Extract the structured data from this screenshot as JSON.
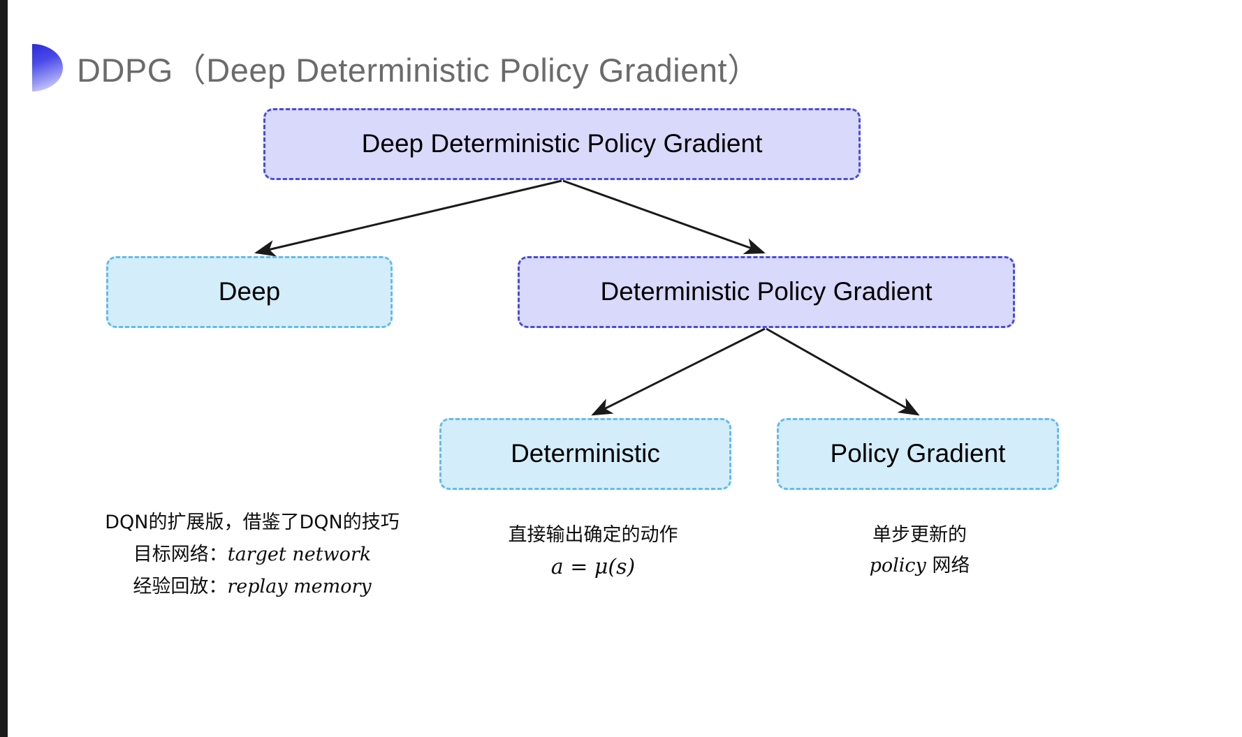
{
  "slide": {
    "title": "DDPG（Deep Deterministic Policy Gradient）",
    "bullet_icon": "gradient-semicircle-icon",
    "background_color": "#ffffff",
    "accent_color": "#4a4ade",
    "secondary_accent_color": "#62bce9"
  },
  "diagram": {
    "type": "tree",
    "nodes": [
      {
        "id": "root",
        "label": "Deep Deterministic Policy Gradient",
        "style": "purple",
        "fill": "#d9d9fb",
        "border": "#4a4ade"
      },
      {
        "id": "deep",
        "label": "Deep",
        "style": "blue",
        "fill": "#d4edfb",
        "border": "#62bce9"
      },
      {
        "id": "dpg",
        "label": "Deterministic Policy Gradient",
        "style": "purple",
        "fill": "#d9d9fb",
        "border": "#4a4ade"
      },
      {
        "id": "deterministic",
        "label": "Deterministic",
        "style": "blue",
        "fill": "#d4edfb",
        "border": "#62bce9"
      },
      {
        "id": "policy_gradient",
        "label": "Policy Gradient",
        "style": "blue",
        "fill": "#d4edfb",
        "border": "#62bce9"
      }
    ],
    "edges": [
      {
        "from": "root",
        "to": "deep"
      },
      {
        "from": "root",
        "to": "dpg"
      },
      {
        "from": "dpg",
        "to": "deterministic"
      },
      {
        "from": "dpg",
        "to": "policy_gradient"
      }
    ]
  },
  "captions": {
    "deep": {
      "line1": "DQN的扩展版，借鉴了DQN的技巧",
      "line2_label": "目标网络：",
      "line2_term": "target network",
      "line3_label": "经验回放：",
      "line3_term": "replay memory"
    },
    "deterministic": {
      "line1": "直接输出确定的动作",
      "formula": "a = μ(s)"
    },
    "policy_gradient": {
      "line1": "单步更新的",
      "line2_term": "policy",
      "line2_suffix": " 网络"
    }
  }
}
